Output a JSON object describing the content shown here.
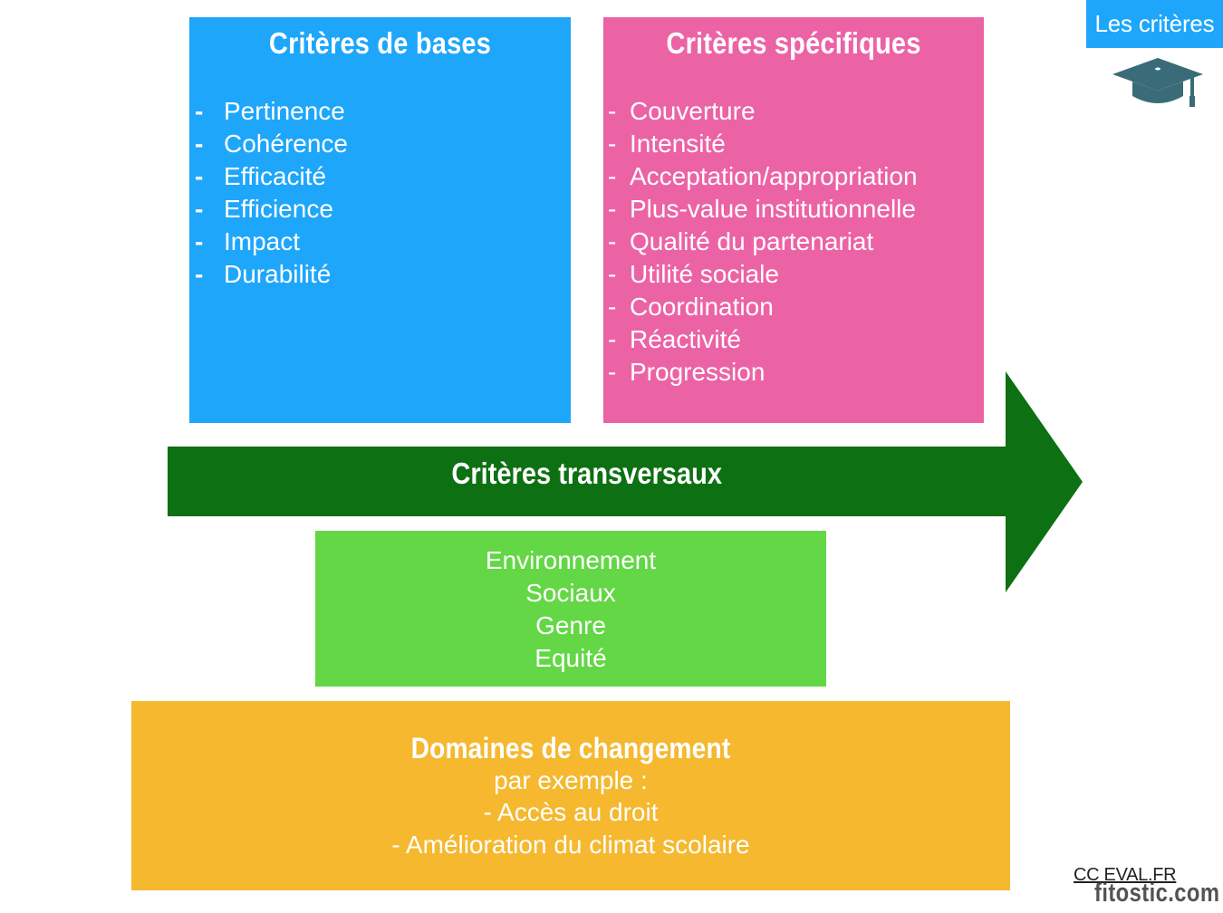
{
  "corner_badge": {
    "label": "Les critères",
    "icon": "graduation-cap-icon"
  },
  "basic_criteria": {
    "title": "Critères de bases",
    "items": [
      "Pertinence",
      "Cohérence",
      "Efficacité",
      "Efficience",
      "Impact",
      "Durabilité"
    ],
    "color": "#1ea6fb"
  },
  "specific_criteria": {
    "title": "Critères spécifiques",
    "items": [
      "Couverture",
      "Intensité",
      "Acceptation/appropriation",
      "Plus-value institutionnelle",
      "Qualité du partenariat",
      "Utilité sociale",
      "Coordination",
      "Réactivité",
      "Progression"
    ],
    "color": "#ec63a5"
  },
  "transversal_criteria": {
    "title": "Critères transversaux",
    "items": [
      "Environnement",
      "Sociaux",
      "Genre",
      "Equité"
    ],
    "arrow_color": "#0d7012",
    "panel_color": "#63d746"
  },
  "change_domains": {
    "title": "Domaines de changement",
    "subtitle": "par exemple :",
    "items": [
      "- Accès au droit",
      "- Amélioration du climat scolaire"
    ],
    "color": "#f5b82f"
  },
  "credit": "CC EVAL.FR",
  "watermark": "fitostic.com"
}
